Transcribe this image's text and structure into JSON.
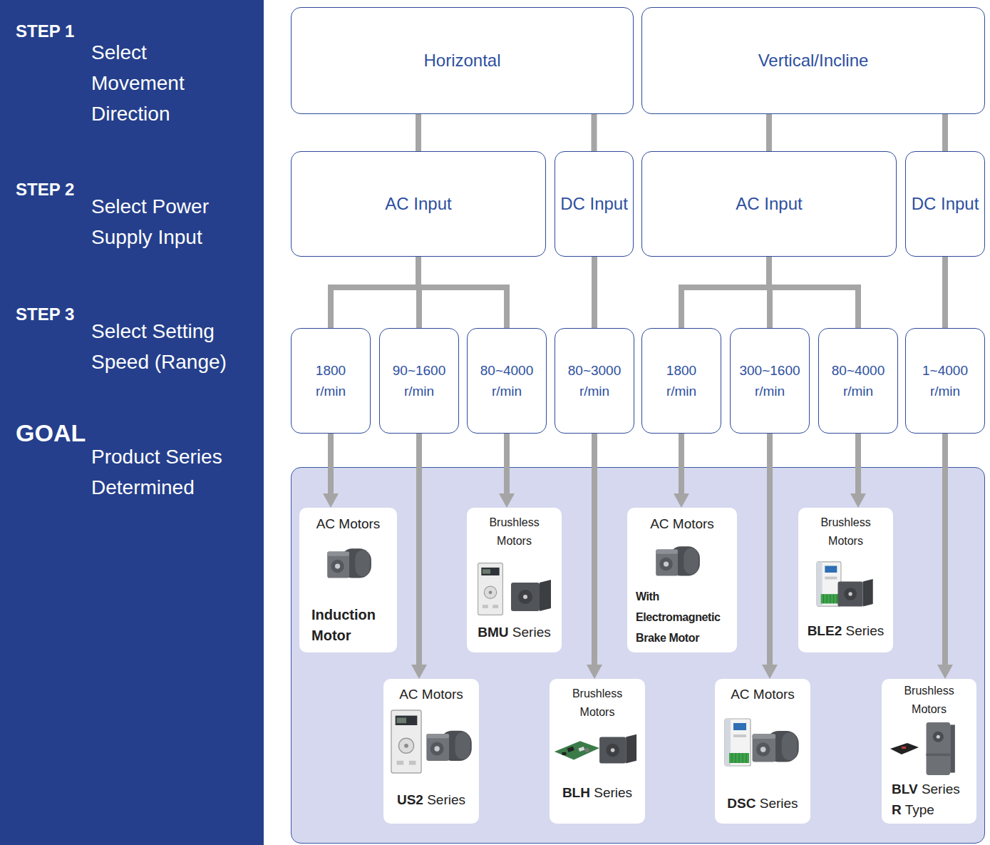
{
  "diagram": {
    "nodes": [
      {
        "text": [
          "STEP 1",
          "Select Movement Direction",
          "STEP 2",
          "Select Power Supply Input",
          "STEP 3",
          "Select Setting Speed (Range)",
          "GOAL",
          "Product Series Determined"
        ]
      },
      {
        "text": [
          "Horizontal"
        ]
      },
      {
        "text": [
          "Vertical/Incline"
        ]
      },
      {
        "text": [
          "AC Input"
        ]
      },
      {
        "text": [
          "DC Input"
        ]
      },
      {
        "text": [
          "AC Input"
        ]
      },
      {
        "text": [
          "DC Input"
        ]
      },
      {
        "text": [
          "1800 r/min"
        ]
      },
      {
        "text": [
          "90~1600 r/min"
        ]
      },
      {
        "text": [
          "80~4000 r/min"
        ]
      },
      {
        "text": [
          "80~3000 r/min"
        ]
      },
      {
        "text": [
          "1800 r/min"
        ]
      },
      {
        "text": [
          "300~1600 r/min"
        ]
      },
      {
        "text": [
          "80~4000 r/min"
        ]
      },
      {
        "text": [
          "1~4000 r/min"
        ]
      },
      {
        "text": [
          "AC Motors",
          "Induction Motor"
        ]
      },
      {
        "text": [
          "Brushless Motors",
          "BMU Series"
        ]
      },
      {
        "text": [
          "AC Motors",
          "With Electromagnetic Brake Motor"
        ]
      },
      {
        "text": [
          "Brushless Motors",
          "BLE2 Series"
        ]
      },
      {
        "text": [
          "AC Motors",
          "US2 Series"
        ]
      },
      {
        "text": [
          "Brushless Motors",
          "BLH Series"
        ]
      },
      {
        "text": [
          "AC Motors",
          "DSC Series"
        ]
      },
      {
        "text": [
          "Brushless Motors",
          "BLV Series R Type"
        ]
      }
    ],
    "edges": [
      {
        "from": 1,
        "to": 3,
        "arrow": "none"
      },
      {
        "from": 1,
        "to": 4,
        "arrow": "none"
      },
      {
        "from": 2,
        "to": 5,
        "arrow": "none"
      },
      {
        "from": 2,
        "to": 6,
        "arrow": "none"
      },
      {
        "from": 3,
        "to": 7,
        "arrow": "none"
      },
      {
        "from": 3,
        "to": 8,
        "arrow": "none"
      },
      {
        "from": 3,
        "to": 9,
        "arrow": "none"
      },
      {
        "from": 4,
        "to": 10,
        "arrow": "none"
      },
      {
        "from": 5,
        "to": 11,
        "arrow": "none"
      },
      {
        "from": 5,
        "to": 12,
        "arrow": "none"
      },
      {
        "from": 5,
        "to": 13,
        "arrow": "none"
      },
      {
        "from": 6,
        "to": 14,
        "arrow": "none"
      },
      {
        "from": 7,
        "to": 15,
        "arrow": "to"
      },
      {
        "from": 8,
        "to": 19,
        "arrow": "to"
      },
      {
        "from": 9,
        "to": 16,
        "arrow": "to"
      },
      {
        "from": 10,
        "to": 20,
        "arrow": "to"
      },
      {
        "from": 11,
        "to": 17,
        "arrow": "to"
      },
      {
        "from": 12,
        "to": 21,
        "arrow": "to"
      },
      {
        "from": 13,
        "to": 18,
        "arrow": "to"
      },
      {
        "from": 14,
        "to": 22,
        "arrow": "to"
      }
    ]
  }
}
